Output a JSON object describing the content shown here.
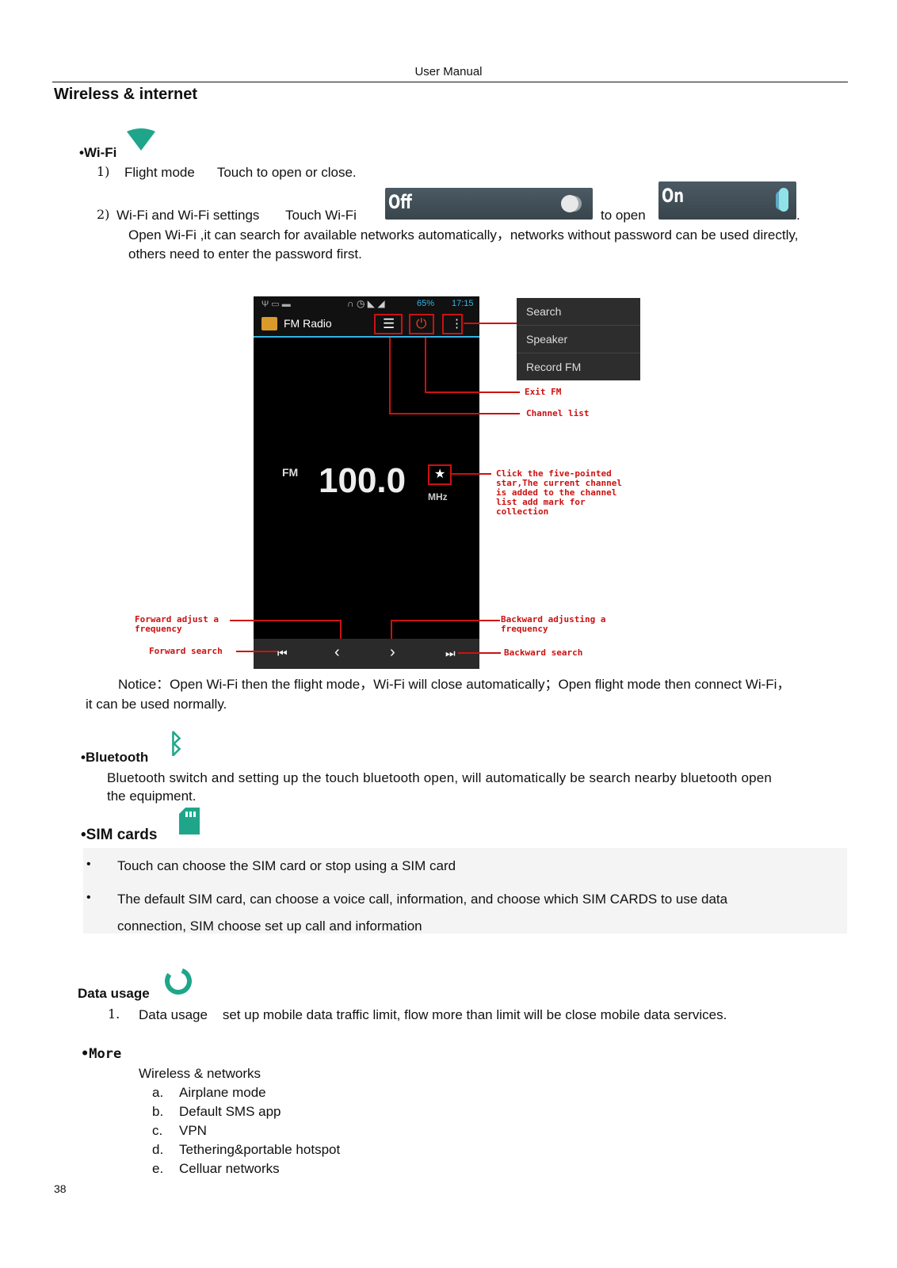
{
  "header": {
    "title": "User    Manual"
  },
  "page_title": "Wireless & internet",
  "wifi": {
    "heading": "•Wi-Fi",
    "item1_num": "1)",
    "item1_text": "Flight mode      Touch to open or close.",
    "item2_num": "2)",
    "item2_text": "Wi-Fi and Wi-Fi settings       Touch Wi-Fi",
    "toggle_off_label": "Off",
    "to_open": "to open",
    "toggle_on_label": "On",
    "period": ".",
    "desc_line1": "Open Wi-Fi ,it can search for available networks automatically，networks without password can be used directly,",
    "desc_line2": "others need to enter the password first."
  },
  "fm_screenshot": {
    "status_battery": "65%",
    "status_time": "17:15",
    "app_title": "FM Radio",
    "band": "FM",
    "frequency": "100.0",
    "unit": "MHz",
    "menu_items": [
      "Search",
      "Speaker",
      "Record FM"
    ],
    "callouts": {
      "exit_fm": "Exit FM",
      "channel_list": "Channel list",
      "star_note": "Click the five-pointed star,The current channel is added to the channel list add mark for collection",
      "forward_adjust": "Forward adjust a frequency",
      "forward_search": "Forward search",
      "backward_adjust": "Backward adjusting a frequency",
      "backward_search": "Backward search"
    }
  },
  "notice": {
    "line1": "Notice：Open Wi-Fi then the flight mode，Wi-Fi will close automatically；Open flight mode then connect Wi-Fi，",
    "line2": "it can be used normally."
  },
  "bluetooth": {
    "heading": "•Bluetooth",
    "line1": "Bluetooth switch and setting up the touch bluetooth open, will automatically be search nearby bluetooth open",
    "line2": "the equipment."
  },
  "sim": {
    "heading": "•SIM cards",
    "bullet1": "Touch can choose the SIM card or stop using a SIM card",
    "bullet2_line1": "The default SIM card, can choose a voice call, information, and choose which SIM CARDS to use data",
    "bullet2_line2": "connection, SIM choose set up call and information"
  },
  "data_usage": {
    "heading": "Data usage",
    "num": "1.",
    "text": "Data usage    set up mobile data traffic limit, flow more than limit will be close mobile data services."
  },
  "more": {
    "heading": "•More",
    "sub": "Wireless & networks",
    "items": [
      {
        "letter": "a.",
        "label": "Airplane mode"
      },
      {
        "letter": "b.",
        "label": "Default SMS app"
      },
      {
        "letter": "c.",
        "label": "VPN"
      },
      {
        "letter": "d.",
        "label": "Tethering&portable hotspot"
      },
      {
        "letter": "e.",
        "label": "Celluar networks"
      }
    ]
  },
  "page_number": "38",
  "colors": {
    "accent_teal": "#1fa68a",
    "callout_red": "#cc1111",
    "holo_blue": "#33b5e5"
  }
}
